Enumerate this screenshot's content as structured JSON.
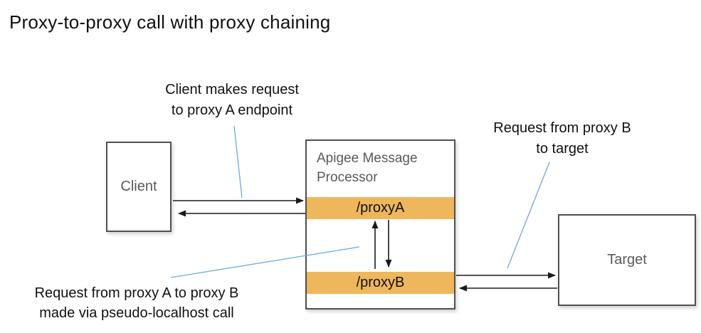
{
  "title": "Proxy-to-proxy call with proxy chaining",
  "annotations": {
    "client_request": "Client makes request\nto proxy A endpoint",
    "proxyb_to_target": "Request from proxy B\nto target",
    "proxya_to_proxyb": "Request from proxy A to proxy B\nmade via pseudo-localhost call"
  },
  "nodes": {
    "client": {
      "label": "Client"
    },
    "message_processor": {
      "label": "Apigee Message Processor",
      "endpoints": [
        {
          "label": "/proxyA"
        },
        {
          "label": "/proxyB"
        }
      ]
    },
    "target": {
      "label": "Target"
    }
  },
  "colors": {
    "endpoint_bar": "#EEB75C",
    "leader_line": "#6CA9DC",
    "box_border": "#4F4F4F",
    "box_label": "#595959",
    "arrow": "#1A1A1A",
    "title_text": "#111111",
    "annotation_text": "#111111",
    "background": "#FFFFFF"
  }
}
